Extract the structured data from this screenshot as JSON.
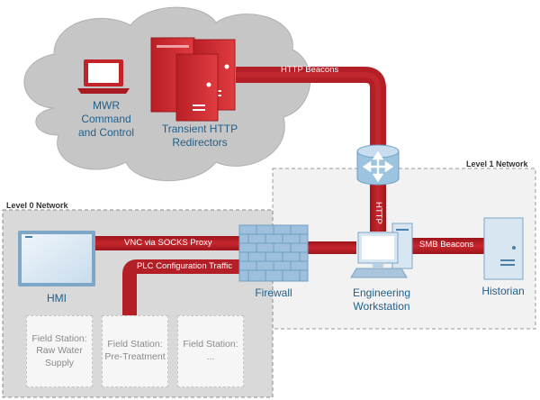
{
  "networks": {
    "level1": "Level 1 Network",
    "level0": "Level 0 Network"
  },
  "cloud": {
    "mwr_label": "MWR\nCommand\nand Control",
    "redirectors_label": "Transient HTTP\nRedirectors"
  },
  "links": {
    "http_beacons": "HTTP Beacons",
    "http": "HTTP",
    "smb_beacons": "SMB Beacons",
    "vnc": "VNC via SOCKS Proxy",
    "plc": "PLC Configuration Traffic"
  },
  "nodes": {
    "hmi": "HMI",
    "firewall": "Firewall",
    "workstation": "Engineering\nWorkstation",
    "historian": "Historian"
  },
  "field_stations": [
    "Field Station:\nRaw Water\nSupply",
    "Field Station:\nPre-Treatment",
    "Field Station:\n..."
  ],
  "colors": {
    "pipe": "#b41e26",
    "pipe_dark": "#8c141a",
    "cloud": "#c7c7c7",
    "device_red": "#d42b2f",
    "device_blue": "#dde9f3",
    "label_blue": "#1f5f8b"
  }
}
